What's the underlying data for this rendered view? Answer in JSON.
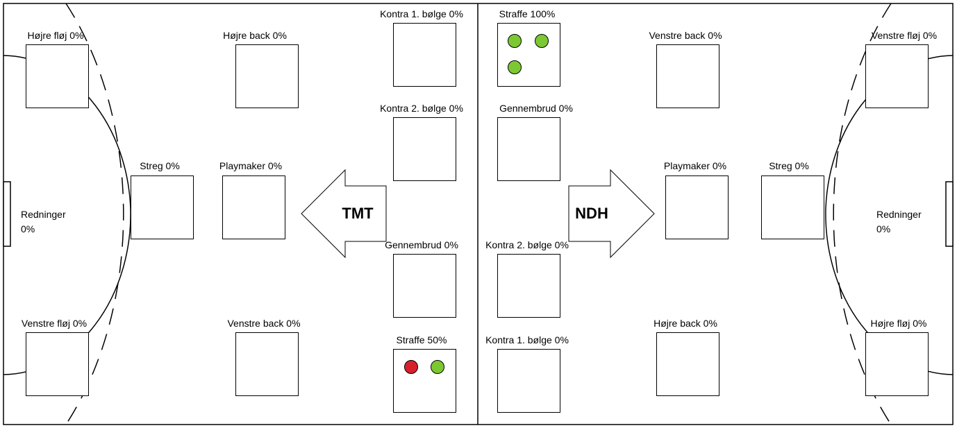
{
  "colors": {
    "line": "#000000",
    "background": "#ffffff",
    "goal": "#7cc833",
    "miss": "#d6202c"
  },
  "left": {
    "team": "TMT",
    "saves": {
      "line1": "Redninger",
      "line2": "0%"
    },
    "zones": {
      "right_wing": "Højre fløj 0%",
      "right_back": "Højre back 0%",
      "line": "Streg 0%",
      "playmaker": "Playmaker 0%",
      "left_wing": "Venstre fløj 0%",
      "left_back": "Venstre back 0%",
      "counter1": "Kontra 1. bølge 0%",
      "counter2": "Kontra 2. bølge 0%",
      "breakthrough": "Gennembrud 0%",
      "penalty": "Straffe 50%"
    },
    "penalty_shots": [
      "miss",
      "goal"
    ]
  },
  "right": {
    "team": "NDH",
    "saves": {
      "line1": "Redninger",
      "line2": "0%"
    },
    "zones": {
      "penalty": "Straffe 100%",
      "breakthrough": "Gennembrud 0%",
      "counter2": "Kontra 2. bølge 0%",
      "counter1": "Kontra 1. bølge 0%",
      "left_back": "Venstre back 0%",
      "playmaker": "Playmaker 0%",
      "right_back": "Højre back 0%",
      "left_wing": "Venstre fløj 0%",
      "line": "Streg 0%",
      "right_wing": "Højre fløj 0%"
    },
    "penalty_shots": [
      "goal",
      "goal",
      "goal"
    ]
  }
}
